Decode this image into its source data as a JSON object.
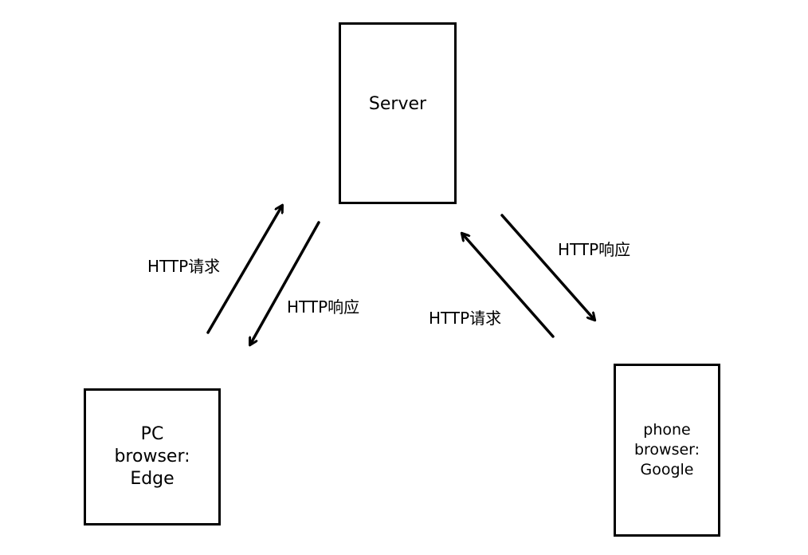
{
  "nodes": {
    "server": {
      "label": "Server"
    },
    "pc_browser": {
      "lines": [
        "PC",
        "browser:",
        "Edge"
      ]
    },
    "phone_browser": {
      "lines": [
        "phone",
        "browser:",
        "Google"
      ]
    }
  },
  "edges": {
    "pc_to_server": {
      "label": "HTTP请求"
    },
    "server_to_pc": {
      "label": "HTTP响应"
    },
    "phone_to_server": {
      "label": "HTTP请求"
    },
    "server_to_phone": {
      "label": "HTTP响应"
    }
  },
  "colors": {
    "line": "#000000",
    "background": "#ffffff"
  }
}
